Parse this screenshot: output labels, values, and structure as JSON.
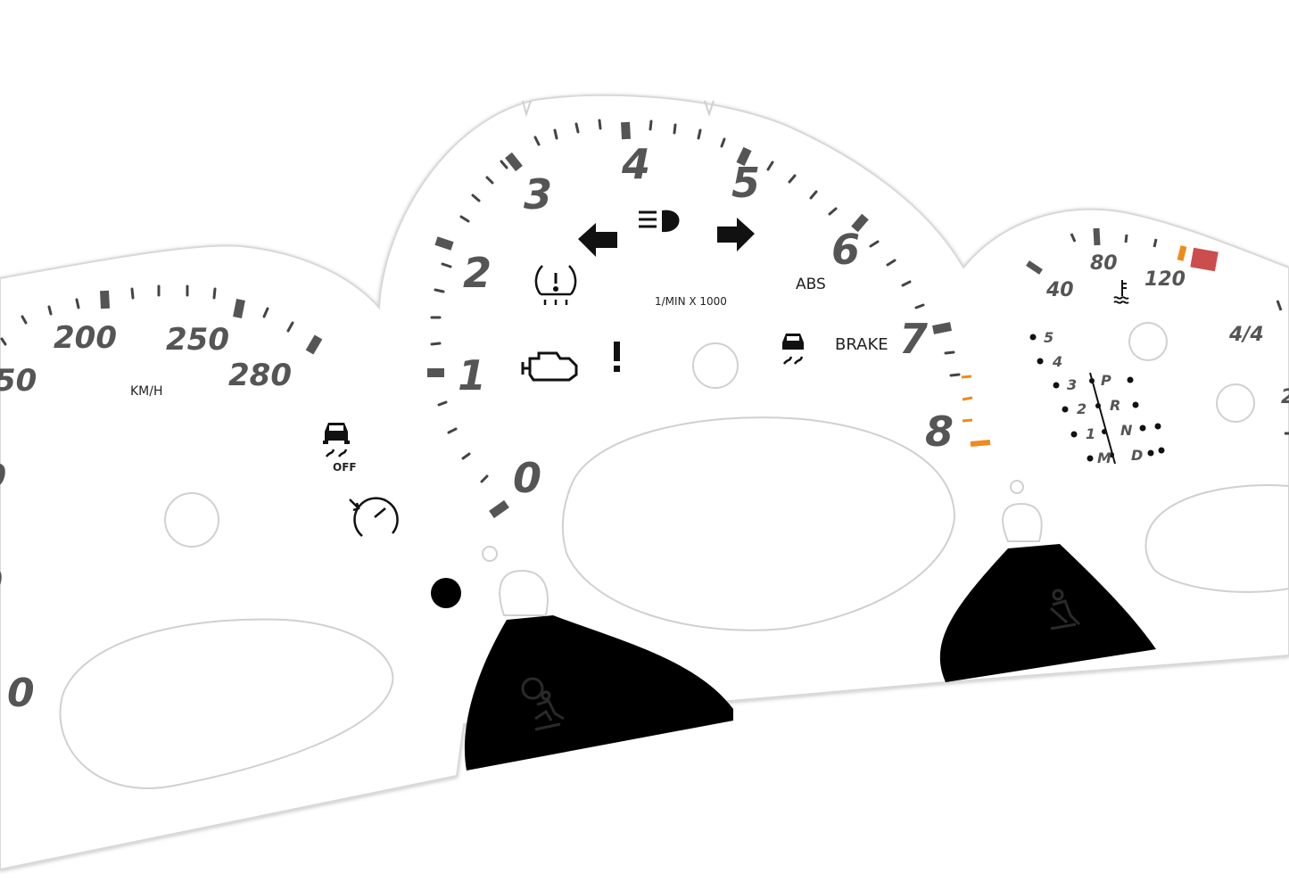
{
  "speedometer": {
    "numerals": [
      "50",
      "200",
      "250",
      "280",
      "0",
      "0",
      "0"
    ],
    "unit": "KM/H",
    "traction_off_label": "OFF"
  },
  "tachometer": {
    "numerals": [
      "0",
      "1",
      "2",
      "3",
      "4",
      "5",
      "6",
      "7",
      "8"
    ],
    "unit": "1/MIN X 1000",
    "abs_label": "ABS",
    "brake_label": "BRAKE"
  },
  "temperature_gauge": {
    "numerals": [
      "40",
      "80",
      "120"
    ]
  },
  "gear_indicator": {
    "left_gears": [
      "5",
      "4",
      "3",
      "2",
      "1",
      "M"
    ],
    "right_gears": [
      "P",
      "R",
      "N",
      "D"
    ]
  },
  "fuel_gauge": {
    "numerals": [
      "4/4",
      "2"
    ]
  },
  "colors": {
    "face": "#ffffff",
    "outline": "#d8d8d8",
    "numeral": "#555555",
    "redline": "#f08a1c",
    "warning_block": "#cc4d4d",
    "lower_panel": "#000000"
  }
}
